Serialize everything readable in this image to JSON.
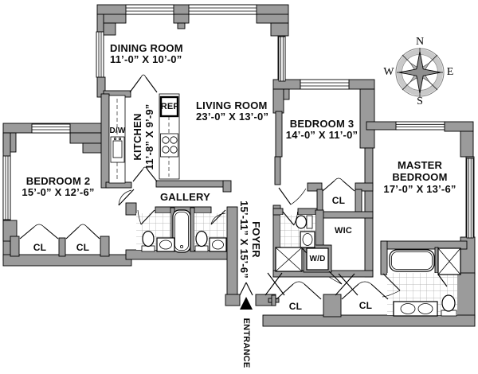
{
  "rooms": {
    "dining": {
      "name": "DINING ROOM",
      "dims": "11’-0” X 10’-0”"
    },
    "living": {
      "name": "LIVING ROOM",
      "dims": "23’-0” X 13’-0”"
    },
    "kitchen": {
      "name": "KITCHEN",
      "dims": "11’-8” X 9’-9”"
    },
    "bedroom2": {
      "name": "BEDROOM 2",
      "dims": "15’-0” X 12’-6”"
    },
    "bedroom3": {
      "name": "BEDROOM 3",
      "dims": "14’-0” X 11’-0”"
    },
    "master": {
      "name_line1": "MASTER",
      "name_line2": "BEDROOM",
      "dims": "17’-0” X 13’-6”"
    },
    "gallery": {
      "name": "GALLERY"
    },
    "foyer": {
      "name": "FOYER",
      "dims": "15’-11” X 15’-6”"
    },
    "wic": {
      "name": "WIC"
    }
  },
  "fixtures": {
    "refrigerator": "REF",
    "dishwasher": "D/W",
    "washer_dryer": "W/D"
  },
  "closets": {
    "bedroom2_left": "CL",
    "bedroom2_right": "CL",
    "bedroom3": "CL",
    "hall_left": "CL",
    "hall_right": "CL"
  },
  "entrance": {
    "label": "ENTRANCE"
  },
  "compass": {
    "north": "N",
    "south": "S",
    "east": "E",
    "west": "W"
  },
  "colors": {
    "wall_fill": "#9b9b9b",
    "outline": "#000000",
    "compass_ring": "#c9c9c9",
    "compass_star": "#8f8f8f"
  }
}
